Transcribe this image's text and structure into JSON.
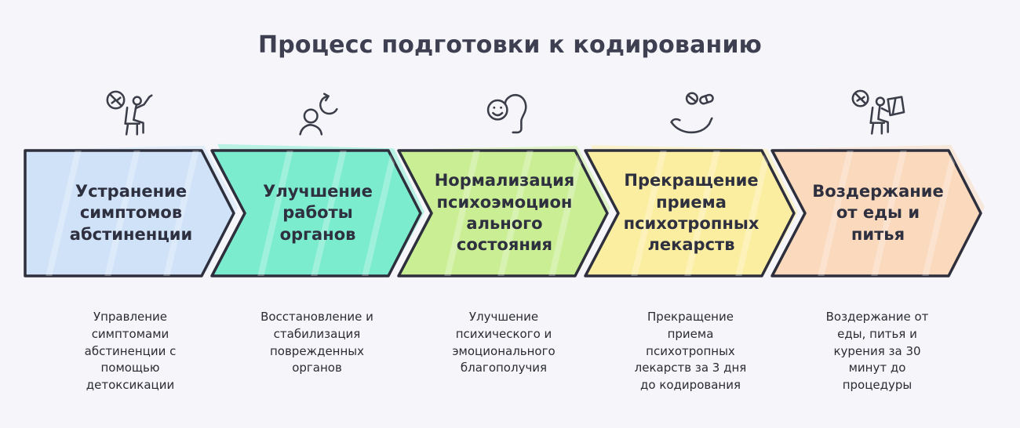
{
  "title": "Процесс подготовки к кодированию",
  "colors": {
    "background": "#f6f6fa",
    "ink": "#2e2f3d",
    "title_text": "#3e4052",
    "label_text": "#2e3040",
    "description_text": "#2b2c33"
  },
  "steps": [
    {
      "label": "Устранение\nсимптомов\nабстиненции",
      "description": "Управление\nсимптомами\nабстиненции с\nпомощью\nдетоксикации",
      "color": "#cfe2f7",
      "icon": "no-pills-seated-person-icon"
    },
    {
      "label": "Улучшение\nработы\nорганов",
      "description": "Восстановление и\nстабилизация\nповрежденных\nорганов",
      "color": "#7beccd",
      "icon": "person-recovery-arrow-icon"
    },
    {
      "label": "Нормализация\nпсихоэмоцион\nального\nсостояния",
      "description": "Улучшение\nпсихического и\nэмоционального\nблагополучия",
      "color": "#c9ee93",
      "icon": "head-smiley-face-icon"
    },
    {
      "label": "Прекращение\nприема\nпсихотропных\nлекарств",
      "description": "Прекращение\nприема\nпсихотропных\nлекарств за 3 дня\nдо кодирования",
      "color": "#fbeea0",
      "icon": "hand-with-pills-icon"
    },
    {
      "label": "Воздержание\nот еды и\nпитья",
      "description": "Воздержание от\nеды, питья и\nкурения за 30\nминут до\nпроцедуры",
      "color": "#fad9bd",
      "icon": "no-pills-reading-person-icon"
    }
  ]
}
